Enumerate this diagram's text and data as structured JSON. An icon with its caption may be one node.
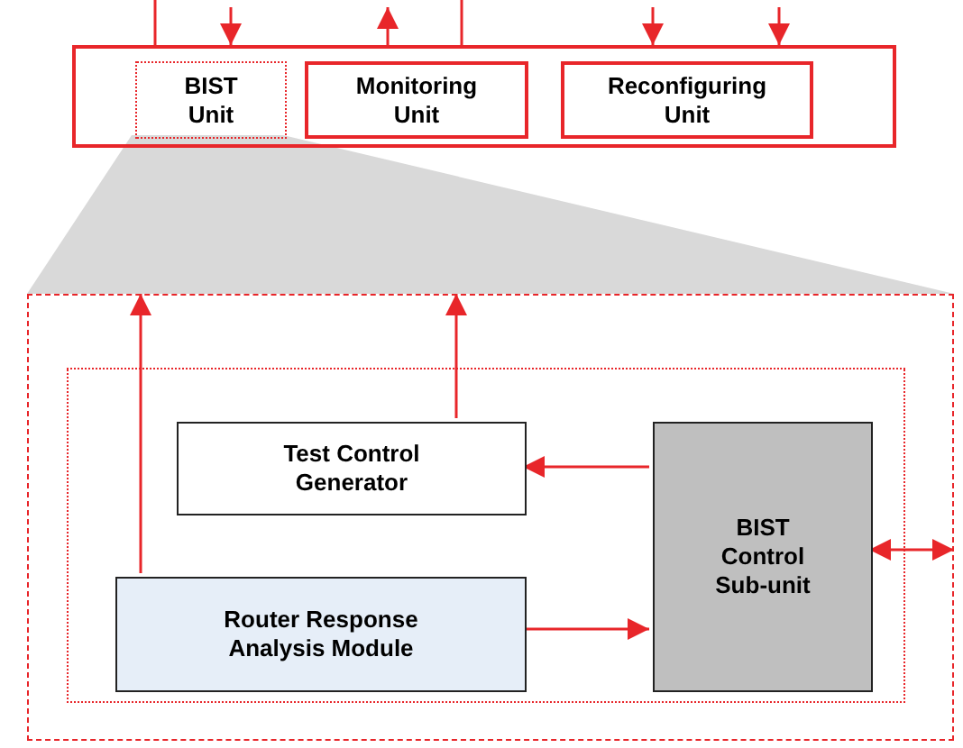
{
  "diagram": {
    "nodes": [
      {
        "text": [],
        "shape": "box"
      },
      {
        "text": [
          "BIST Unit"
        ],
        "in": 0
      },
      {
        "text": [
          "Monitoring Unit"
        ],
        "in": 0
      },
      {
        "text": [
          "Reconfiguring Unit"
        ],
        "in": 0
      },
      {
        "text": [],
        "shape": "box"
      },
      {
        "text": [],
        "shape": "box",
        "in": 4
      },
      {
        "text": [
          "Test Control Generator"
        ],
        "in": 5
      },
      {
        "text": [
          "Router Response Analysis Module"
        ],
        "in": 5
      },
      {
        "text": [
          "BIST Control Sub-unit"
        ],
        "in": 5
      }
    ],
    "edges": [
      {
        "from": null,
        "to": 0,
        "arrow": "none"
      },
      {
        "from": null,
        "to": 0,
        "arrow": "to"
      },
      {
        "from": 0,
        "to": null,
        "arrow": "to"
      },
      {
        "from": null,
        "to": 0,
        "arrow": "none"
      },
      {
        "from": null,
        "to": 0,
        "arrow": "to"
      },
      {
        "from": null,
        "to": 0,
        "arrow": "to"
      },
      {
        "from": 1,
        "to": 4,
        "arrow": "none",
        "style": "thick",
        "color": "#d9d9d9"
      },
      {
        "from": 7,
        "to": 4,
        "arrow": "to"
      },
      {
        "from": 6,
        "to": 4,
        "arrow": "to"
      },
      {
        "from": 8,
        "to": 6,
        "arrow": "to"
      },
      {
        "from": 7,
        "to": 8,
        "arrow": "to"
      },
      {
        "from": 8,
        "to": 4,
        "arrow": "both"
      }
    ]
  }
}
